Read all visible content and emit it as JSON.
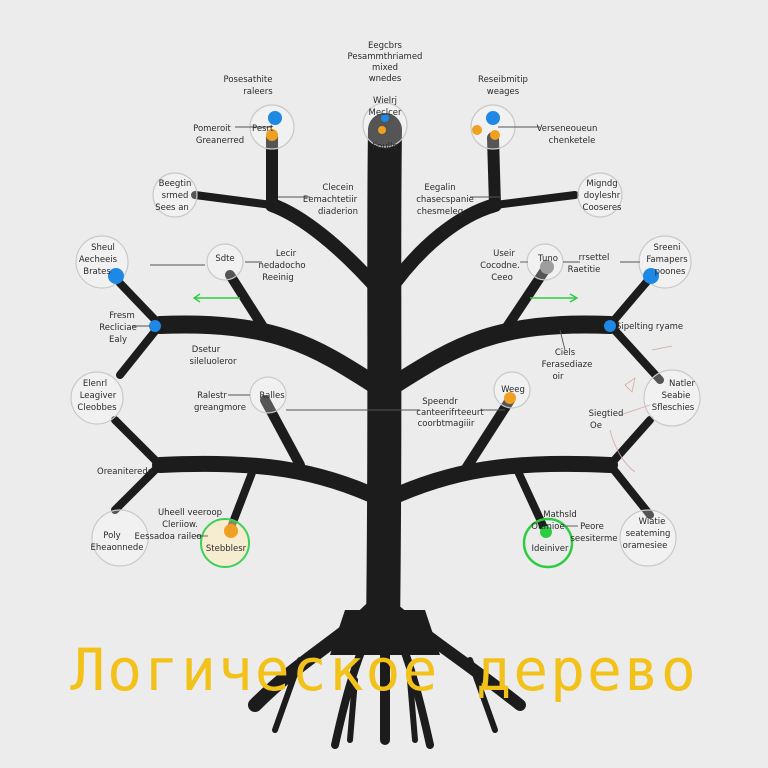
{
  "banner_title": "Логическое дерево",
  "colors": {
    "trunk": "#1c1c1c",
    "blue": "#1e88e5",
    "orange": "#f0a020",
    "green": "#2ecc40",
    "gray": "#9e9e9e",
    "banner": "#f2c21b"
  },
  "labels": {
    "top_center": [
      "Eegcbrs",
      "Pesammthriamed",
      "mixed",
      "wnedes"
    ],
    "top_left": [
      "Posesathite",
      "raleers"
    ],
    "top_right": [
      "Reseibmitip",
      "weages"
    ],
    "left_side_1": [
      "Pomeroit",
      "Greanerred"
    ],
    "left_side_mid": [
      "Pesrt"
    ],
    "right_side_1": [
      "Verseneoueun",
      "chenketele"
    ],
    "circle_top_center": [
      "Wielrj",
      "Meclcer",
      "Foulle"
    ],
    "mid_left": [
      "Clecein",
      "Eemachtetiir",
      "diaderion"
    ],
    "mid_right": [
      "Eegalin",
      "chasecspanie",
      "chesmeleg"
    ],
    "circle_left_2": [
      "Beegtin",
      "srmed",
      "Sees an"
    ],
    "circle_right_2": [
      "Migndg",
      "doyleshr",
      "Cooseres"
    ],
    "circle_left_3": [
      "Sheul",
      "Aecheeis",
      "Brates"
    ],
    "circle_right_3": [
      "Sreeni",
      "Famapers",
      "poones"
    ],
    "circle_inner_left": [
      "Sdte"
    ],
    "inner_left_label": [
      "Lecir",
      "nedadocho",
      "Reeinig"
    ],
    "circle_inner_right": [
      "Tuno"
    ],
    "inner_right_left": [
      "Useir",
      "Cocodne.",
      "Ceeo"
    ],
    "inner_right_right": [
      "rrsettel",
      "Raetitie"
    ],
    "left_4": [
      "Fresm",
      "Recliciae",
      "Ealy"
    ],
    "right_4": [
      "Sipelting ryame"
    ],
    "left_5": [
      "Dsetur",
      "sileluoleror"
    ],
    "right_5": [
      "Ciels",
      "Ferasediaze",
      "oir"
    ],
    "circle_left_6": [
      "Elenrl",
      "Leagiver",
      "Cleobbes"
    ],
    "circle_right_6": [
      "Natler",
      "Seabie",
      "Sfleschies"
    ],
    "circle_center_left_6": [
      "Ralles"
    ],
    "center_left_6_label": [
      "Ralestr",
      "greangmore"
    ],
    "circle_center_right_6": [
      "Weeg"
    ],
    "center_right_6_label": [
      "Speendr",
      "canteerifrteeurt",
      "coorbtmagiiir"
    ],
    "right_7": [
      "Siegtied",
      "Oe"
    ],
    "left_8": [
      "Oreaniteredo"
    ],
    "circle_left_9": [
      "Poly",
      "Eheaonnede"
    ],
    "left_9_label": [
      "Uheell veeroop",
      "Cleriiow.",
      "Eessadoa raileo"
    ],
    "circle_left_9b": [
      "Stebblesr"
    ],
    "circle_right_9": [
      "Ideiniver"
    ],
    "right_9_label": [
      "Mathsld",
      "Oltmioe"
    ],
    "right_9_label2": [
      "Peore",
      "seesiterme"
    ],
    "circle_right_9b": [
      "Wiatie",
      "seateming",
      "oramesiee"
    ]
  }
}
